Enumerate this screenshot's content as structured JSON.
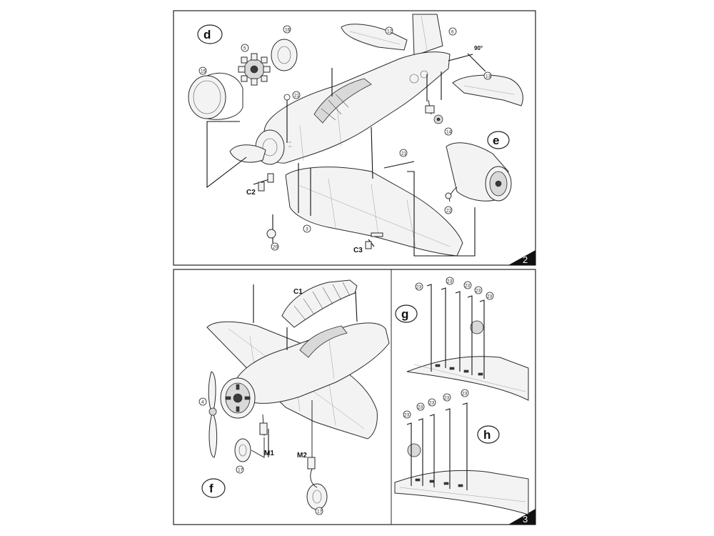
{
  "sections": {
    "d": "d",
    "e": "e",
    "f": "f",
    "g": "g",
    "h": "h"
  },
  "part_numbers": {
    "p16": "16",
    "p12": "12",
    "p6": "6",
    "p5": "5",
    "p15": "15",
    "p21a": "21",
    "p21b": "21",
    "p13": "13",
    "p14": "14",
    "p20": "20",
    "p3": "3",
    "p22": "22",
    "p4": "4",
    "p17a": "17",
    "p17b": "17",
    "g23a": "23",
    "g23b": "23",
    "g23c": "23",
    "g23d": "23",
    "g23e": "23",
    "h23a": "23",
    "h23b": "23",
    "h23c": "23",
    "h23d": "23",
    "h23e": "23"
  },
  "labels": {
    "c1": "C1",
    "c2": "C2",
    "c3": "C3",
    "m1": "M1",
    "m2": "M2",
    "angle": "90°"
  },
  "page_numbers": {
    "top": "2",
    "bottom": "3"
  },
  "colors": {
    "line": "#2a2a2a",
    "paper": "#ffffff",
    "shade": "#d9d9d9"
  }
}
